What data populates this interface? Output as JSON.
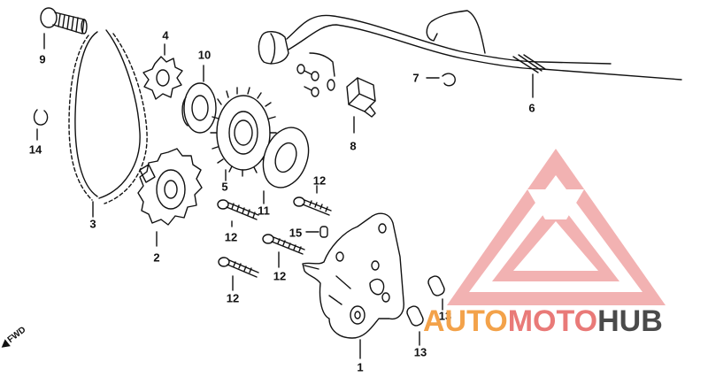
{
  "callouts": {
    "c1": "1",
    "c2": "2",
    "c3": "3",
    "c4": "4",
    "c5": "5",
    "c6": "6",
    "c7": "7",
    "c8": "8",
    "c9": "9",
    "c10": "10",
    "c11": "11",
    "c12a": "12",
    "c12b": "12",
    "c12c": "12",
    "c12d": "12",
    "c13a": "13",
    "c13b": "13",
    "c14": "14",
    "c15": "15"
  },
  "direction_label": "FWD",
  "watermark": {
    "part1": "AUTO",
    "part2": "MOTO",
    "part3": "HUB",
    "colors": {
      "auto": "#f3a24a",
      "moto": "#e97a78",
      "hub": "#4a4a4a",
      "triangle": "#ec5a5a"
    }
  }
}
